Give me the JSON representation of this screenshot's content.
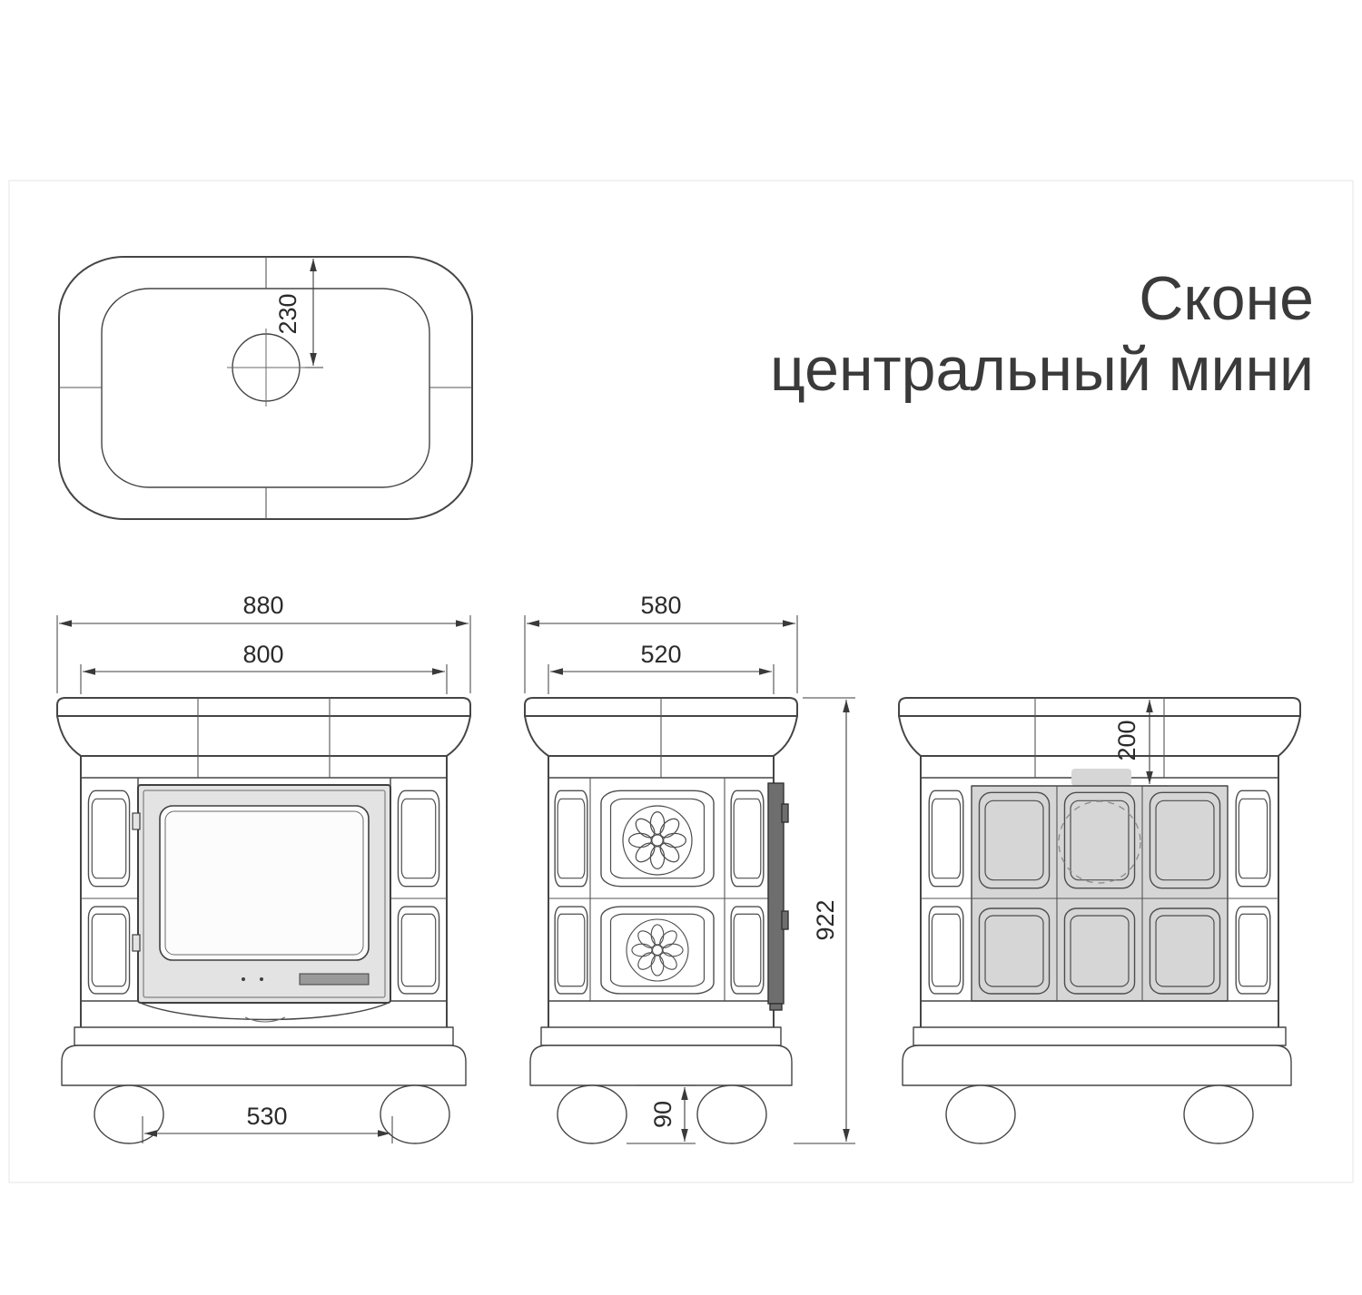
{
  "title": {
    "line1": "Сконе",
    "line2": "центральный мини"
  },
  "plan": {
    "chimney_offset": "230"
  },
  "front": {
    "overall_width": "880",
    "body_width": "800",
    "feet_span": "530"
  },
  "side": {
    "overall_depth": "580",
    "body_depth": "520",
    "height": "922",
    "foot_height": "90"
  },
  "back": {
    "flue_offset": "200"
  }
}
